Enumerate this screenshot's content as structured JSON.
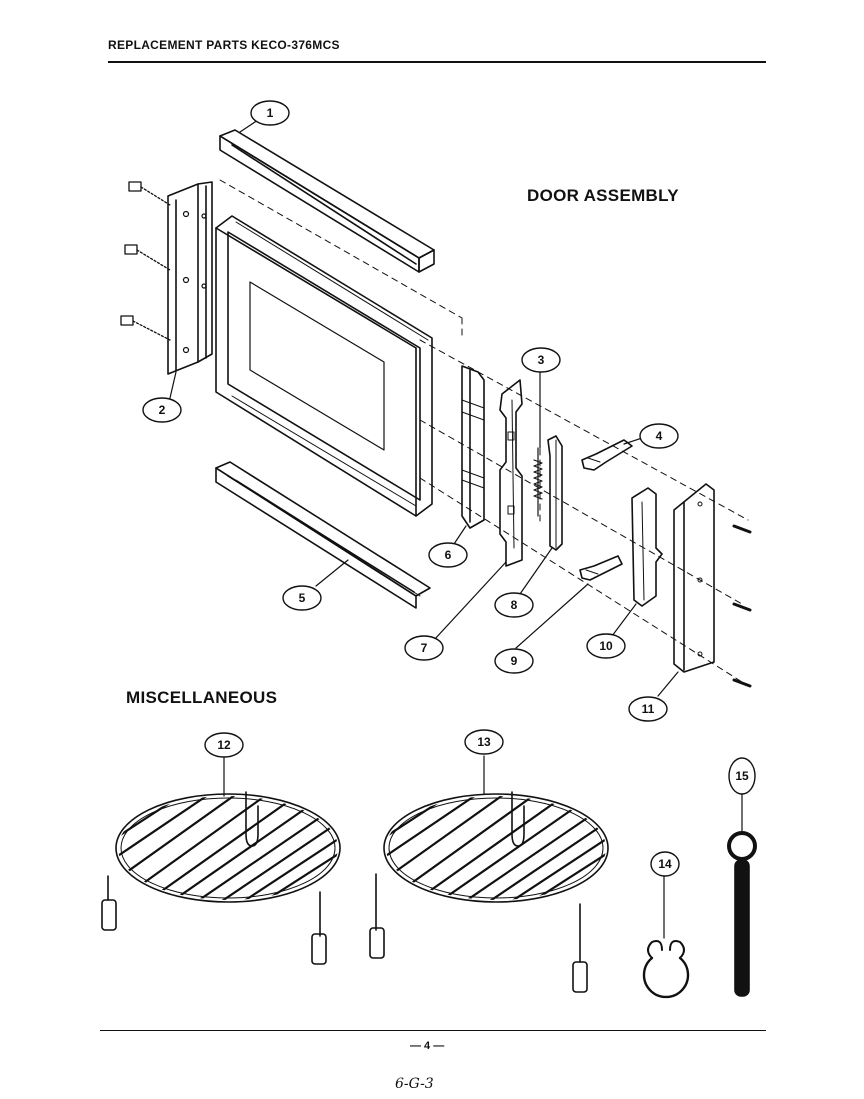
{
  "header": {
    "title": "REPLACEMENT PARTS KECO-376MCS"
  },
  "sections": {
    "door": "DOOR ASSEMBLY",
    "misc": "MISCELLANEOUS"
  },
  "callouts": [
    "1",
    "2",
    "3",
    "4",
    "5",
    "6",
    "7",
    "8",
    "9",
    "10",
    "11",
    "12",
    "13",
    "14",
    "15"
  ],
  "footer": {
    "page_number": "— 4 —",
    "handwritten": "6-G-3"
  }
}
